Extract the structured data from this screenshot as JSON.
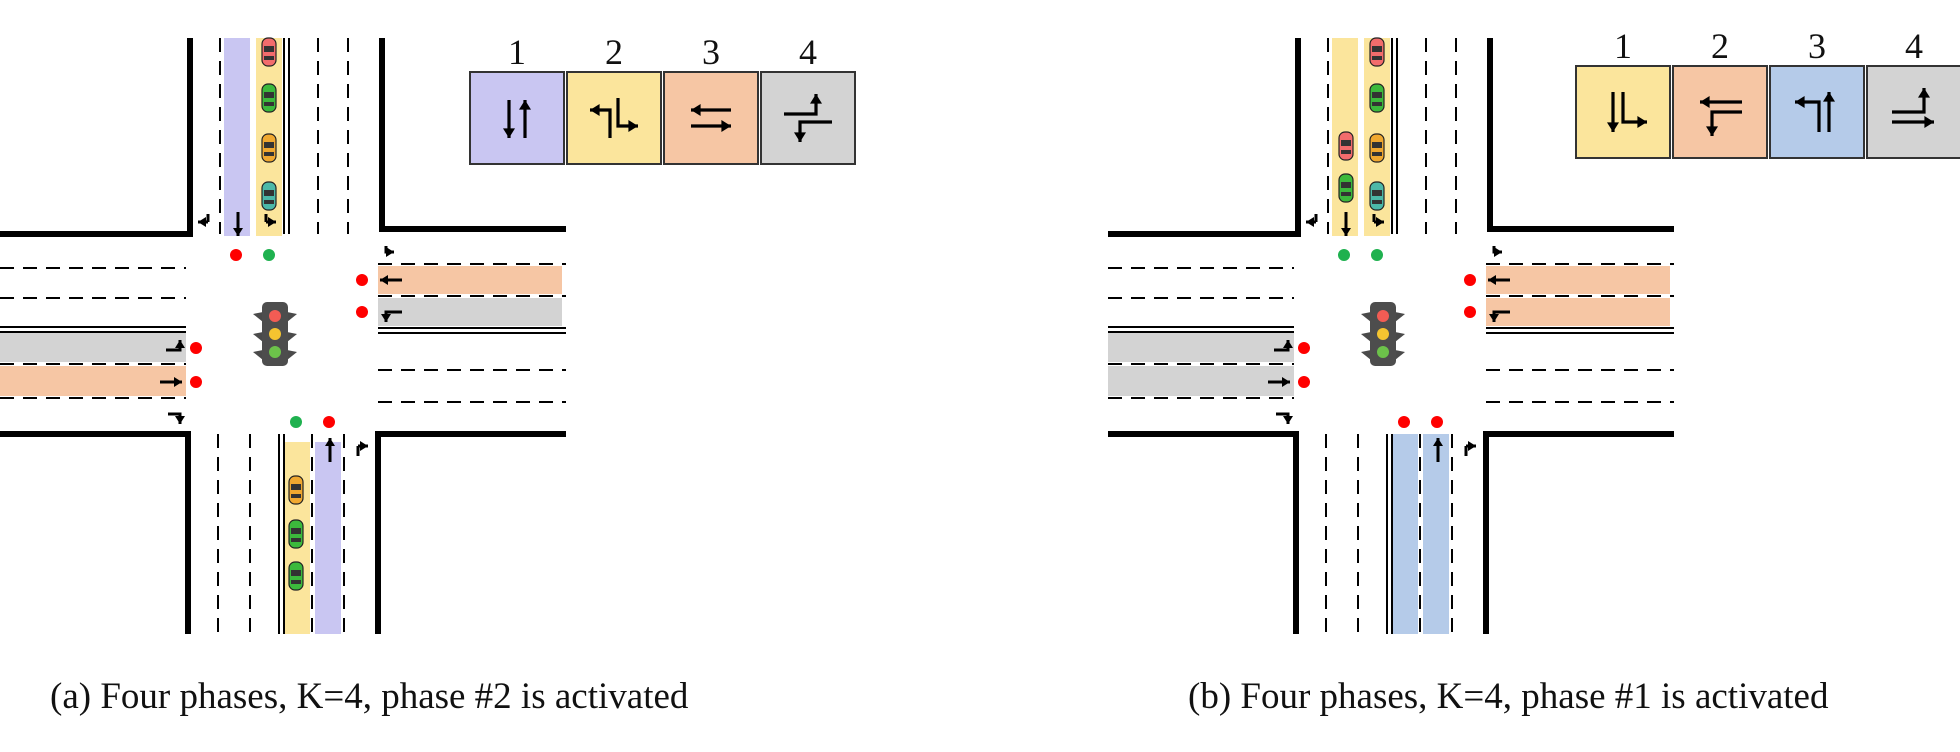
{
  "colors": {
    "phase_purple": "#c9c6f2",
    "phase_yellow": "#fbe59c",
    "phase_orange": "#f6c6a4",
    "phase_gray": "#d3d3d3",
    "phase_blue": "#b5cbe9",
    "light_red": "#ff0000",
    "light_green": "#1fb14f",
    "light_yellow": "#f4c430"
  },
  "panels": [
    {
      "caption": "(a) Four phases, K=4, phase #2 is activated",
      "legend": [
        {
          "number": "1",
          "color": "#c9c6f2",
          "icon": "south-north-through-icon"
        },
        {
          "number": "2",
          "color": "#fbe59c",
          "icon": "north-south-left-turn-icon"
        },
        {
          "number": "3",
          "color": "#f6c6a4",
          "icon": "east-west-through-icon"
        },
        {
          "number": "4",
          "color": "#d3d3d3",
          "icon": "east-west-left-turn-icon"
        }
      ],
      "signals": {
        "north_through": "red",
        "north_left": "green",
        "south_left": "green",
        "south_through": "red",
        "east_through": "red",
        "east_left": "red",
        "west_left": "red",
        "west_through": "red"
      }
    },
    {
      "caption": "(b) Four phases, K=4, phase #1 is activated",
      "legend": [
        {
          "number": "1",
          "color": "#fbe59c",
          "icon": "southbound-through-left-icon"
        },
        {
          "number": "2",
          "color": "#f6c6a4",
          "icon": "westbound-through-left-icon"
        },
        {
          "number": "3",
          "color": "#b5cbe9",
          "icon": "northbound-through-left-icon"
        },
        {
          "number": "4",
          "color": "#d3d3d3",
          "icon": "eastbound-through-left-icon"
        }
      ],
      "signals": {
        "north_through": "green",
        "north_left": "green",
        "south_left": "red",
        "south_through": "red",
        "east_through": "red",
        "east_left": "red",
        "west_left": "red",
        "west_through": "red"
      }
    }
  ]
}
